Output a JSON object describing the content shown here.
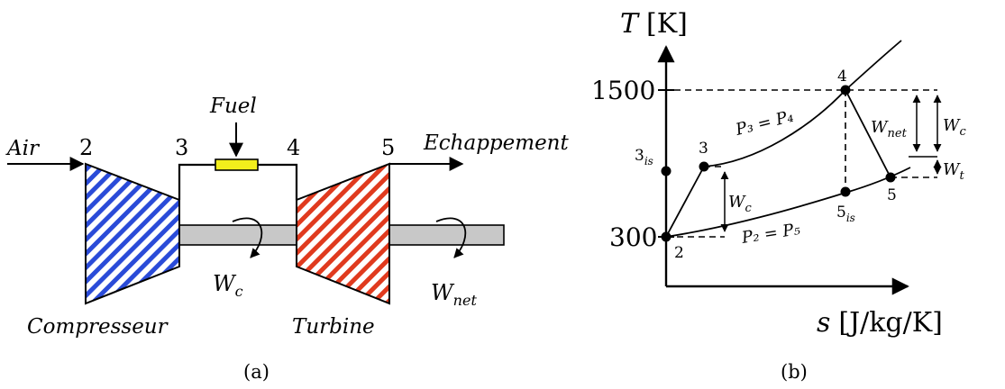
{
  "panel_a": {
    "air": "Air",
    "fuel": "Fuel",
    "echappement": "Echappement",
    "compresseur": "Compresseur",
    "turbine": "Turbine",
    "wc_base": "W",
    "wc_sub": "c",
    "wnet_base": "W",
    "wnet_sub": "net",
    "station_2": "2",
    "station_3": "3",
    "station_4": "4",
    "station_5": "5",
    "caption": "(a)",
    "compressor_color": "#2a4bd8",
    "turbine_color": "#e03a1e",
    "combustor_color": "#f2ee1c",
    "shaft_color": "#c8c8c8"
  },
  "panel_b": {
    "y_axis_base": "T",
    "y_axis_unit": "[K]",
    "x_axis_base": "s",
    "x_axis_unit": "[J/kg/K]",
    "tick_1500": "1500",
    "tick_300": "300",
    "label_3is_base": "3",
    "label_3is_sub": "is",
    "label_2": "2",
    "label_3": "3",
    "label_4": "4",
    "label_5": "5",
    "label_5is_base": "5",
    "label_5is_sub": "is",
    "isobar_high": "P₃ = P₄",
    "isobar_low": "P₂ = P₅",
    "wc_base": "W",
    "wc_sub": "c",
    "wnet_base": "W",
    "wnet_sub": "net",
    "wc_right_base": "W",
    "wc_right_sub": "c",
    "wt_base": "W",
    "wt_sub": "t",
    "caption": "(b)"
  }
}
